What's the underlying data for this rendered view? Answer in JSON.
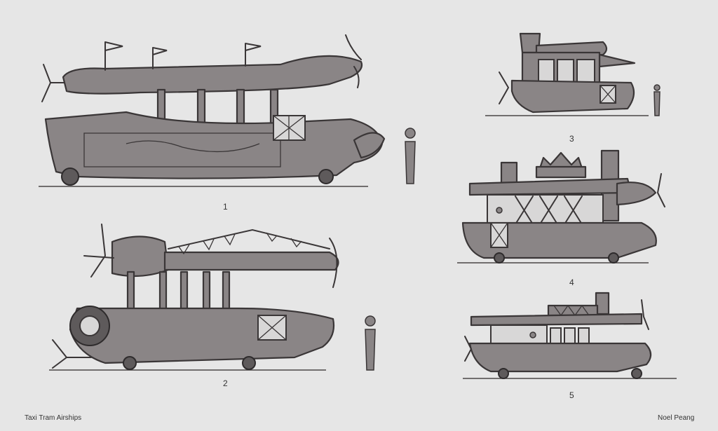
{
  "sheet": {
    "title": "Taxi Tram Airships",
    "artist": "Noel Peang"
  },
  "designs": [
    {
      "number": "1"
    },
    {
      "number": "2"
    },
    {
      "number": "3"
    },
    {
      "number": "4"
    },
    {
      "number": "5"
    }
  ],
  "colors": {
    "background": "#e6e6e6",
    "hull_fill": "#8a8586",
    "ink": "#3a3637"
  }
}
